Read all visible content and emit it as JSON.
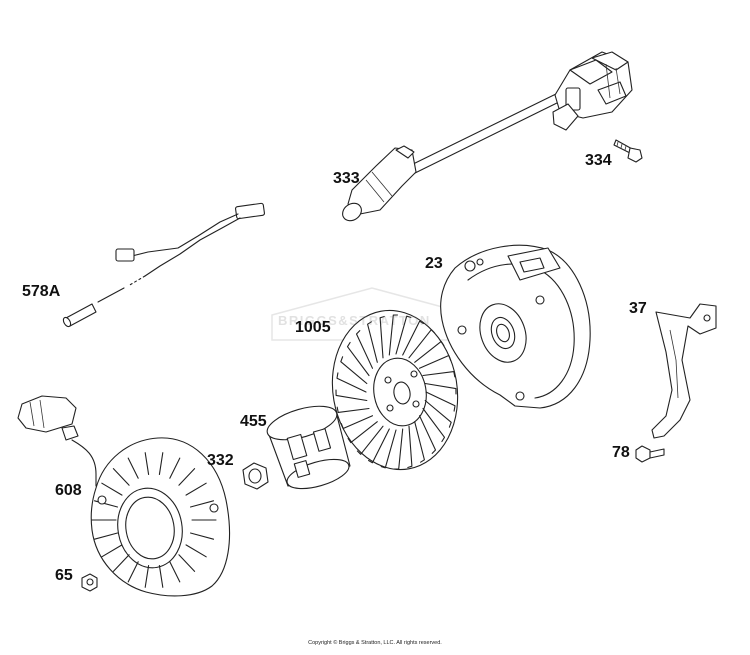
{
  "parts": [
    {
      "id": "p333",
      "label": "333"
    },
    {
      "id": "p334",
      "label": "334"
    },
    {
      "id": "p578a",
      "label": "578A"
    },
    {
      "id": "p23",
      "label": "23"
    },
    {
      "id": "p1005",
      "label": "1005"
    },
    {
      "id": "p37",
      "label": "37"
    },
    {
      "id": "p455",
      "label": "455"
    },
    {
      "id": "p332",
      "label": "332"
    },
    {
      "id": "p78",
      "label": "78"
    },
    {
      "id": "p608",
      "label": "608"
    },
    {
      "id": "p65",
      "label": "65"
    }
  ],
  "copyright": "Copyright © Briggs & Stratton, LLC. All rights reserved.",
  "watermark": "BRIGGS&STRATTON"
}
